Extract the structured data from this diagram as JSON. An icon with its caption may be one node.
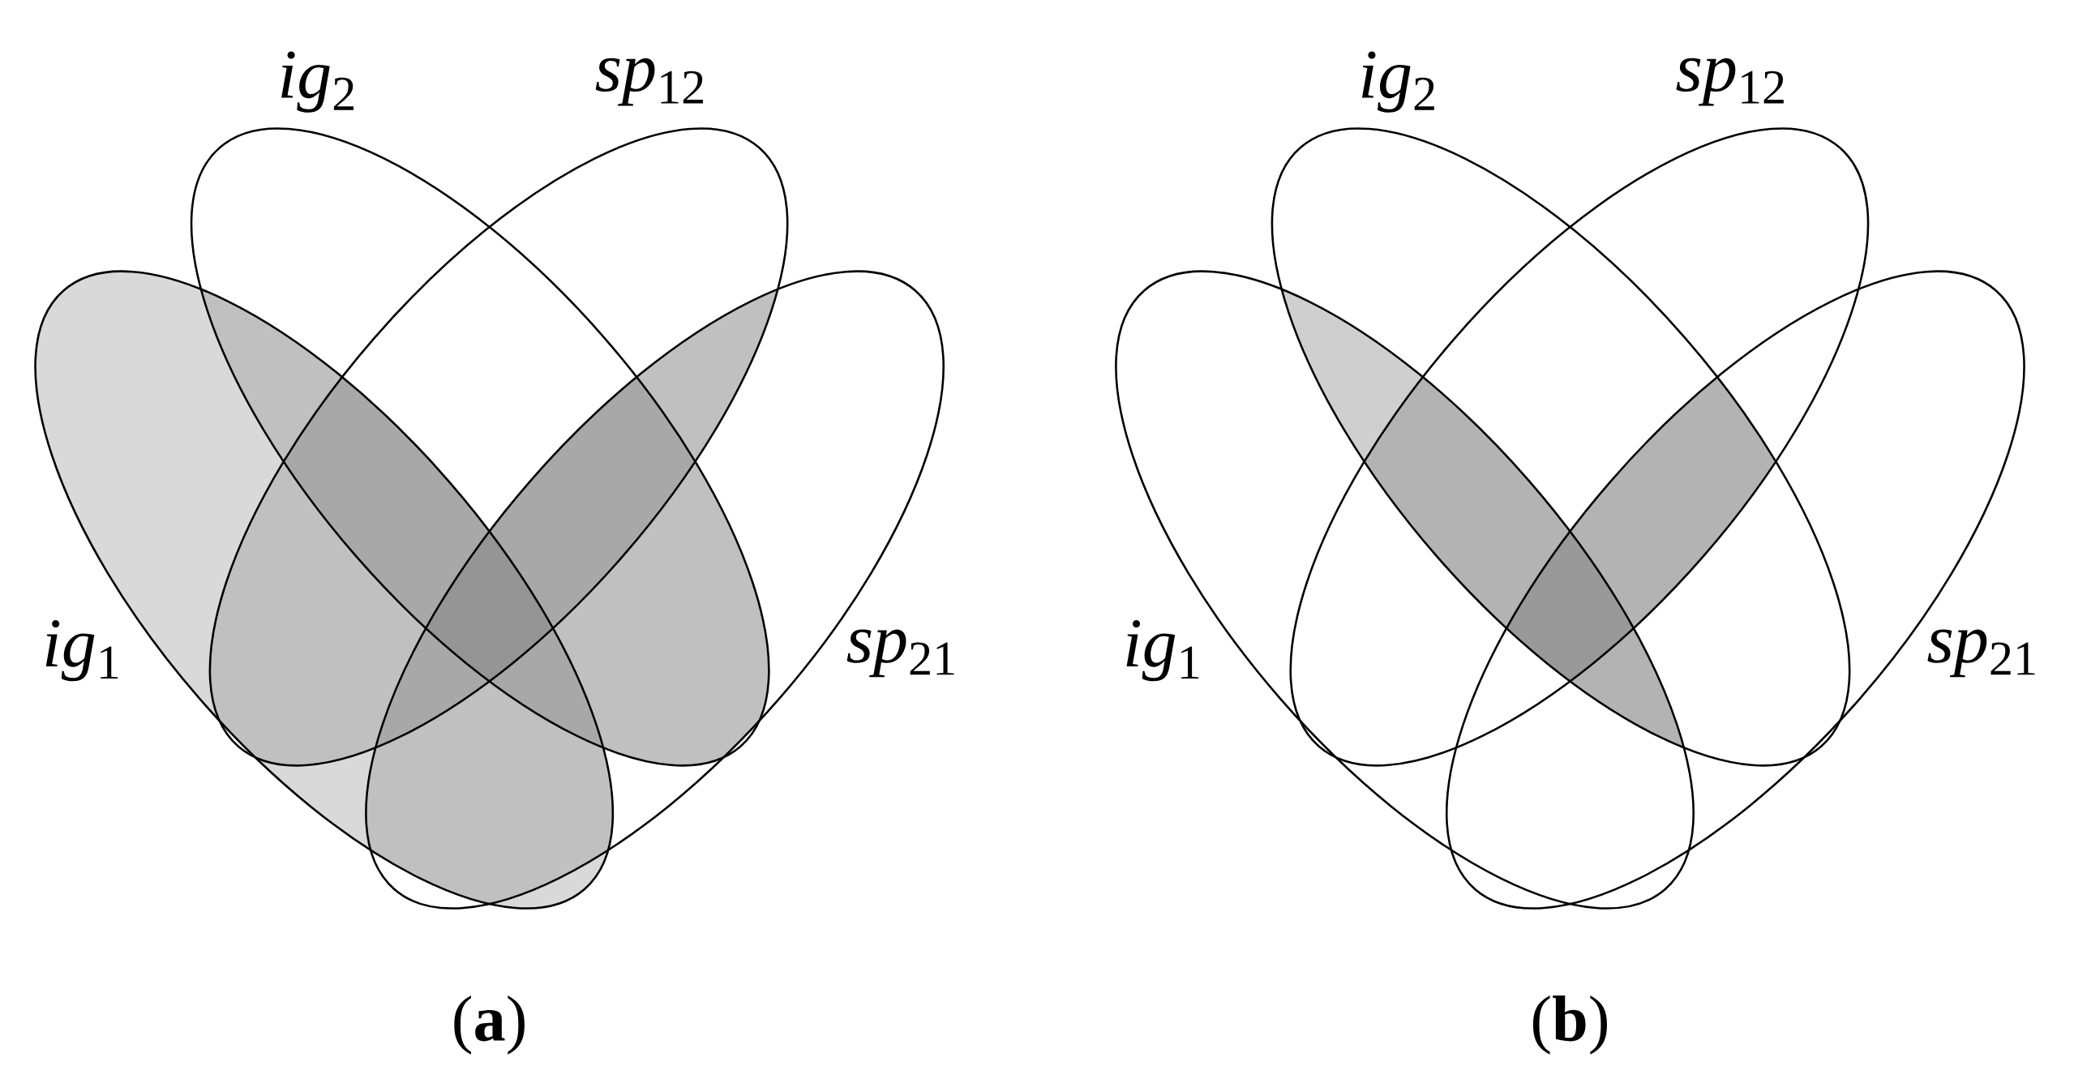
{
  "diagram": {
    "nodes": [
      {
        "text": [
          "*ig*$_{2}$"
        ]
      },
      {
        "text": [
          "*sp*$_{12}$"
        ]
      },
      {
        "text": [
          "*ig*$_{1}$"
        ]
      },
      {
        "text": [
          "*sp*$_{21}$"
        ]
      },
      {
        "text": [
          "*ig*$_{2}$"
        ]
      },
      {
        "text": [
          "*sp*$_{12}$"
        ]
      },
      {
        "text": [
          "*ig*$_{1}$"
        ]
      },
      {
        "text": [
          "*sp*$_{21}$"
        ]
      }
    ],
    "labels": [
      "(**a**)",
      "(**b**)"
    ]
  }
}
